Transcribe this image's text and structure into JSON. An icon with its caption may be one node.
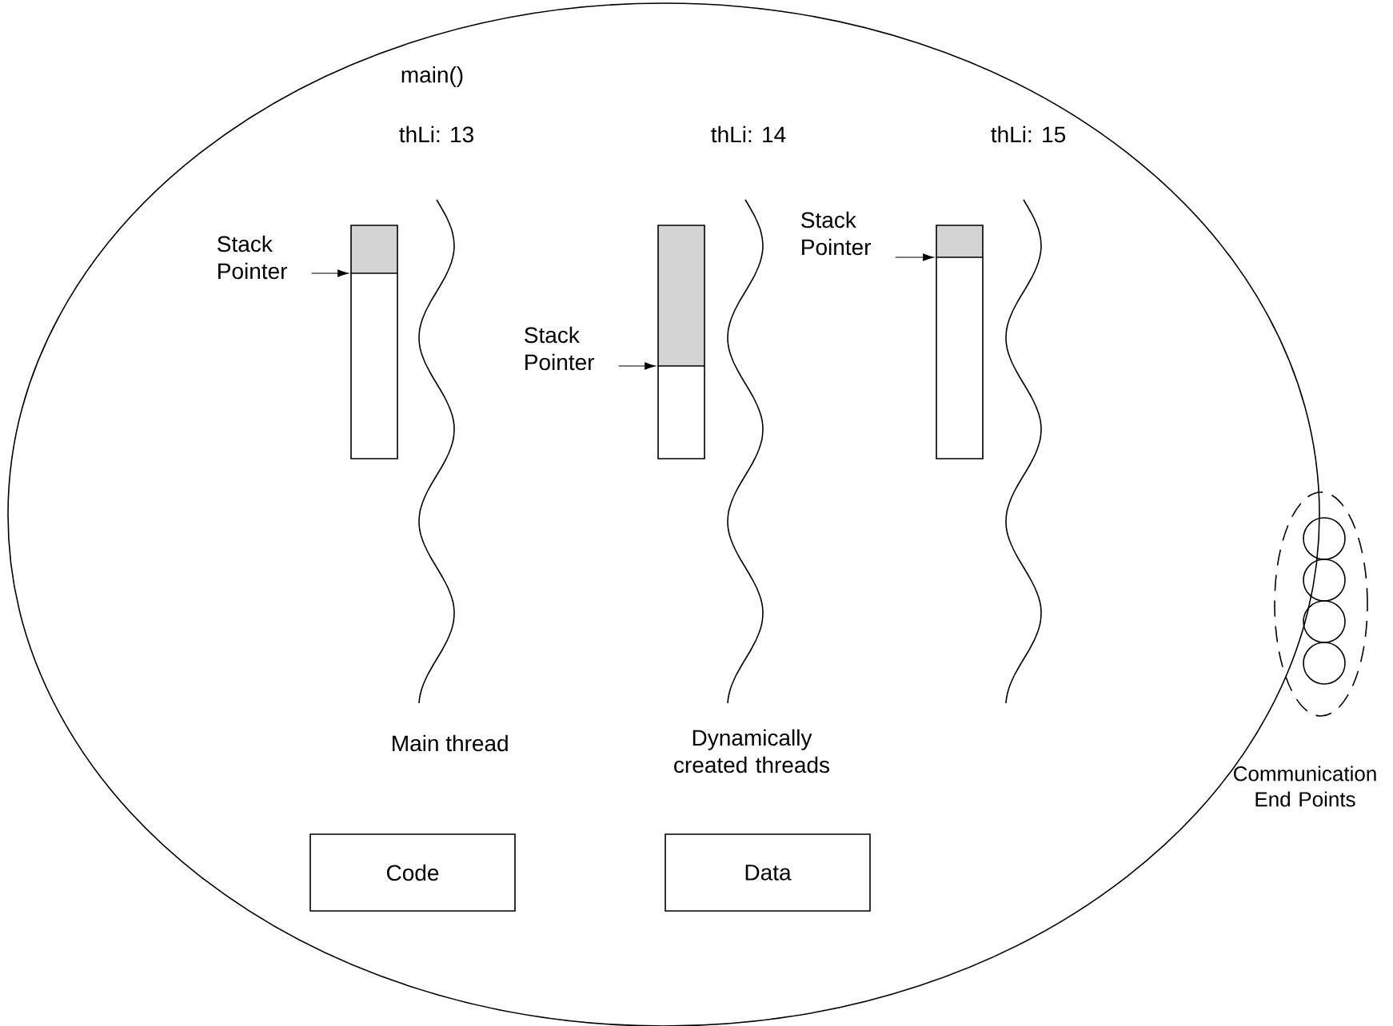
{
  "diagram": {
    "nodes": [
      {
        "text": [],
        "shape": "ellipse"
      },
      {
        "text": [
          "Stack Pointer"
        ],
        "in": 0
      },
      {
        "text": [],
        "shape": "bar",
        "in": 0
      },
      {
        "text": [
          "Stack Pointer"
        ],
        "in": 0
      },
      {
        "text": [],
        "shape": "bar",
        "in": 0
      },
      {
        "text": [
          "Stack Pointer"
        ],
        "in": 0
      },
      {
        "text": [],
        "shape": "bar",
        "in": 0
      },
      {
        "text": [
          "Code"
        ],
        "in": 0
      },
      {
        "text": [
          "Data"
        ],
        "in": 0
      },
      {
        "text": [],
        "shape": "ellipse",
        "beside": [
          "Communication End Points"
        ]
      },
      {
        "text": [],
        "shape": "circle",
        "in": 9
      },
      {
        "text": [],
        "shape": "circle",
        "in": 9
      },
      {
        "text": [],
        "shape": "circle",
        "in": 9
      },
      {
        "text": [],
        "shape": "circle",
        "in": 9
      }
    ],
    "edges": [
      {
        "from": 1,
        "to": 2,
        "arrow": "to"
      },
      {
        "from": 3,
        "to": 4,
        "arrow": "to"
      },
      {
        "from": 5,
        "to": 6,
        "arrow": "to"
      }
    ],
    "labels": [
      "main()",
      "thLi: 13",
      "thLi: 14",
      "thLi: 15",
      "Main thread",
      "Dynamically created threads"
    ]
  }
}
